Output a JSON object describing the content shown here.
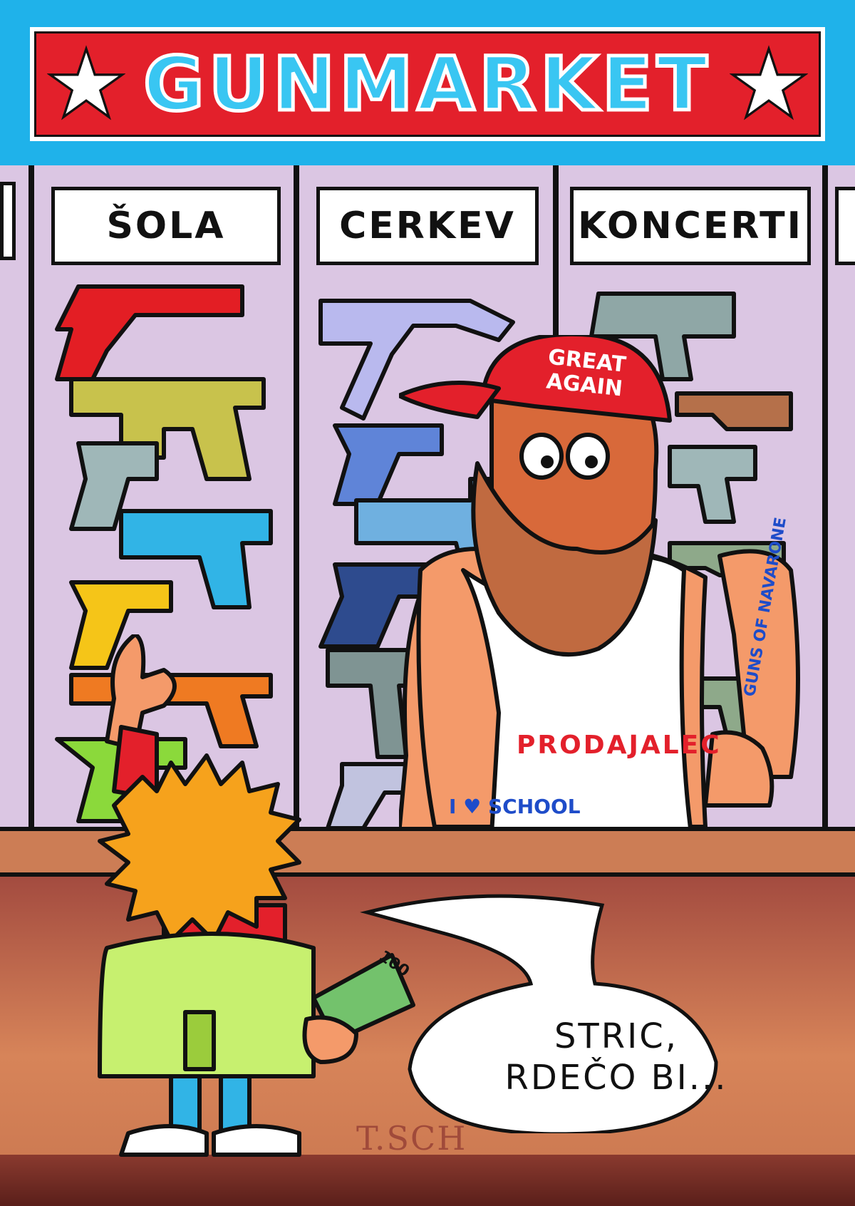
{
  "banner": {
    "title": "GUNMARKET"
  },
  "shelves": [
    {
      "label": "ŠOLA"
    },
    {
      "label": "CERKEV"
    },
    {
      "label": "KONCERTI"
    }
  ],
  "seller": {
    "cap_text": "GREAT AGAIN",
    "shirt_text": "PRODAJALEC",
    "tattoo_arm_left": "I ♥ SCHOOL",
    "tattoo_arm_right": "GUNS OF NAVARONE"
  },
  "banknote": "100",
  "speech": {
    "line1": "STRIC,",
    "line2": "RDEČO BI..."
  },
  "signature": "T.SCH",
  "colors": {
    "sky": "#1fb2ea",
    "banner_red": "#e3202b",
    "banner_text": "#39c6f2",
    "wall": "#dbc6e3",
    "counter": "#cc7d55",
    "cap": "#e3202b"
  }
}
